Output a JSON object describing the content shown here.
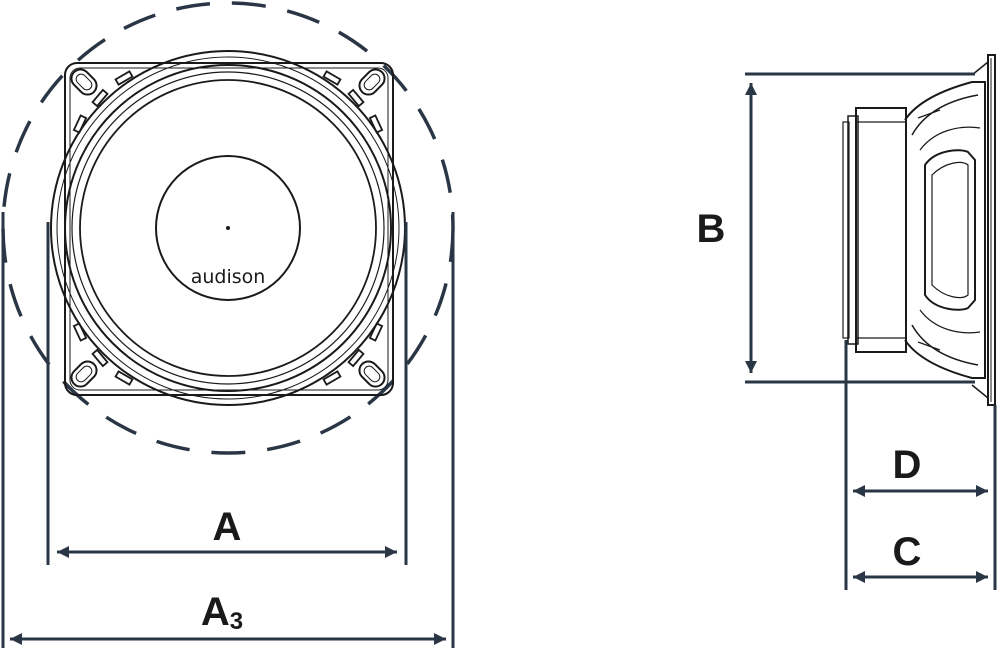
{
  "brand": {
    "logo_text": "audison"
  },
  "dimensions": {
    "a": {
      "letter": "A",
      "subscript": ""
    },
    "a3": {
      "letter": "A",
      "subscript": "3"
    },
    "b": {
      "letter": "B"
    },
    "c": {
      "letter": "C"
    },
    "d": {
      "letter": "D"
    }
  },
  "colors": {
    "outline": "#1a1a1a",
    "dimension_line": "#2a3645",
    "background": "#ffffff"
  }
}
